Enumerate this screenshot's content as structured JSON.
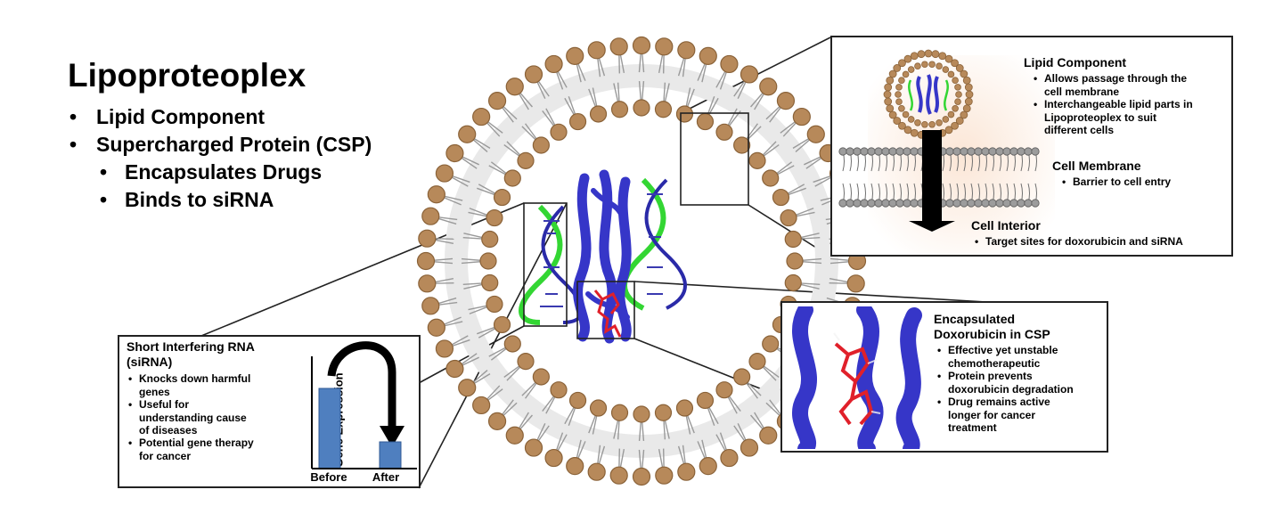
{
  "title": "Lipoproteoplex",
  "main_bullets": [
    {
      "text": "Lipid Component",
      "level": 1
    },
    {
      "text": "Supercharged Protein (CSP)",
      "level": 1
    },
    {
      "text": "Encapsulates Drugs",
      "level": 2
    },
    {
      "text": "Binds to siRNA",
      "level": 2
    }
  ],
  "lipid_panel": {
    "title": "Lipid Component",
    "bullets": [
      "Allows passage through the",
      "cell membrane",
      "Interchangeable lipid parts in",
      "Lipoproteoplex to suit",
      "different cells"
    ],
    "membrane_title": "Cell Membrane",
    "membrane_bullets": [
      "Barrier to cell entry"
    ],
    "interior_title": "Cell Interior",
    "interior_bullets": [
      "Target sites for doxorubicin and siRNA"
    ]
  },
  "sirna_panel": {
    "title_line1": "Short  Interfering RNA",
    "title_line2": "(siRNA)",
    "bullets": [
      "Knocks down harmful",
      "genes",
      "Useful for",
      "understanding cause",
      "of diseases",
      "Potential gene therapy",
      "for cancer"
    ],
    "chart_ylabel": "Gene Expression",
    "bar_color": "#4f7fbf"
  },
  "dox_panel": {
    "title_line1": "Encapsulated",
    "title_line2": "Doxorubicin in CSP",
    "bullets": [
      "Effective yet unstable",
      "chemotherapeutic",
      "Protein prevents",
      "doxorubicin degradation",
      "Drug remains active",
      "longer for cancer",
      "treatment"
    ]
  },
  "colors": {
    "lipid_head": "#b7895a",
    "lipid_head_dark": "#8a6238",
    "protein": "#3636c8",
    "rna_backbone": "#33d633",
    "drug": "#e0202a",
    "membrane": "#8c8c8c",
    "interior_glow": "#fbe6d6"
  },
  "chart_data": {
    "type": "bar",
    "categories": [
      "Before",
      "After"
    ],
    "values": [
      0.75,
      0.25
    ],
    "title": "",
    "xlabel": "",
    "ylabel": "Gene Expression",
    "ylim": [
      0,
      1
    ]
  }
}
